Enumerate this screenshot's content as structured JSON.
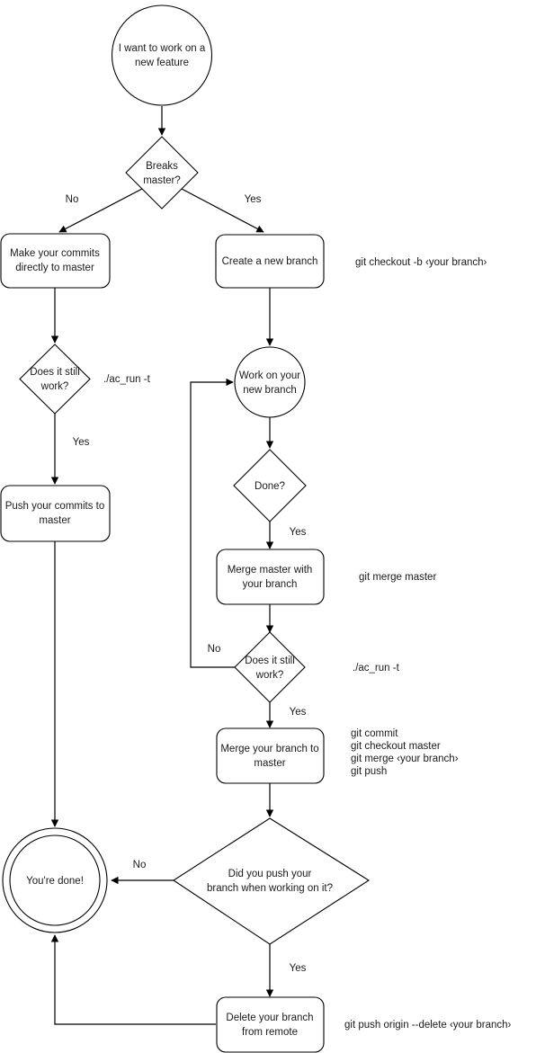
{
  "diagram": {
    "type": "flowchart",
    "title": "Git feature branch workflow flowchart",
    "orientation": "top-to-bottom",
    "background_color": "#ffffff",
    "line_color": "#000000",
    "text_color": "#1a1a1a",
    "nodes": [
      {
        "id": "start",
        "shape": "circle",
        "label_line1": "I want to work on a",
        "label_line2": "new feature"
      },
      {
        "id": "breaks_master",
        "shape": "diamond",
        "label_line1": "Breaks",
        "label_line2": "master?"
      },
      {
        "id": "make_commits",
        "shape": "rounded-rect",
        "label_line1": "Make your commits",
        "label_line2": "directly to master"
      },
      {
        "id": "create_branch",
        "shape": "rounded-rect",
        "label_line1": "Create a new branch",
        "label_line2": ""
      },
      {
        "id": "still_work_1",
        "shape": "diamond",
        "label_line1": "Does it still",
        "label_line2": "work?"
      },
      {
        "id": "push_commits",
        "shape": "rounded-rect",
        "label_line1": "Push your commits to",
        "label_line2": "master"
      },
      {
        "id": "work_branch",
        "shape": "circle",
        "label_line1": "Work on your",
        "label_line2": "new branch"
      },
      {
        "id": "done_q",
        "shape": "diamond",
        "label_line1": "Done?",
        "label_line2": ""
      },
      {
        "id": "merge_master",
        "shape": "rounded-rect",
        "label_line1": "Merge master with",
        "label_line2": "your branch"
      },
      {
        "id": "still_work_2",
        "shape": "diamond",
        "label_line1": "Does it still",
        "label_line2": "work?"
      },
      {
        "id": "merge_branch",
        "shape": "rounded-rect",
        "label_line1": "Merge your branch to",
        "label_line2": "master"
      },
      {
        "id": "did_push",
        "shape": "diamond",
        "label_line1": "Did you push your",
        "label_line2": "branch when working on it?"
      },
      {
        "id": "delete_branch",
        "shape": "rounded-rect",
        "label_line1": "Delete your branch",
        "label_line2": "from remote"
      },
      {
        "id": "end",
        "shape": "double-circle",
        "label_line1": "You're done!",
        "label_line2": ""
      }
    ],
    "edge_labels": [
      {
        "id": "e_no_1",
        "text": "No"
      },
      {
        "id": "e_yes_1",
        "text": "Yes"
      },
      {
        "id": "e_yes_2",
        "text": "Yes"
      },
      {
        "id": "e_yes_3",
        "text": "Yes"
      },
      {
        "id": "e_no_2",
        "text": "No"
      },
      {
        "id": "e_yes_4",
        "text": "Yes"
      },
      {
        "id": "e_no_3",
        "text": "No"
      },
      {
        "id": "e_yes_5",
        "text": "Yes"
      }
    ],
    "annotations": [
      {
        "id": "a_checkout",
        "lines": [
          "git checkout -b ‹your branch›"
        ]
      },
      {
        "id": "a_acrun_1",
        "lines": [
          "./ac_run -t"
        ]
      },
      {
        "id": "a_merge_m",
        "lines": [
          "git merge master"
        ]
      },
      {
        "id": "a_acrun_2",
        "lines": [
          "./ac_run -t"
        ]
      },
      {
        "id": "a_commit",
        "lines": [
          "git commit",
          "git checkout master",
          "git merge ‹your branch›",
          "git push"
        ]
      },
      {
        "id": "a_delete",
        "lines": [
          "git push origin --delete ‹your branch›"
        ]
      }
    ]
  }
}
